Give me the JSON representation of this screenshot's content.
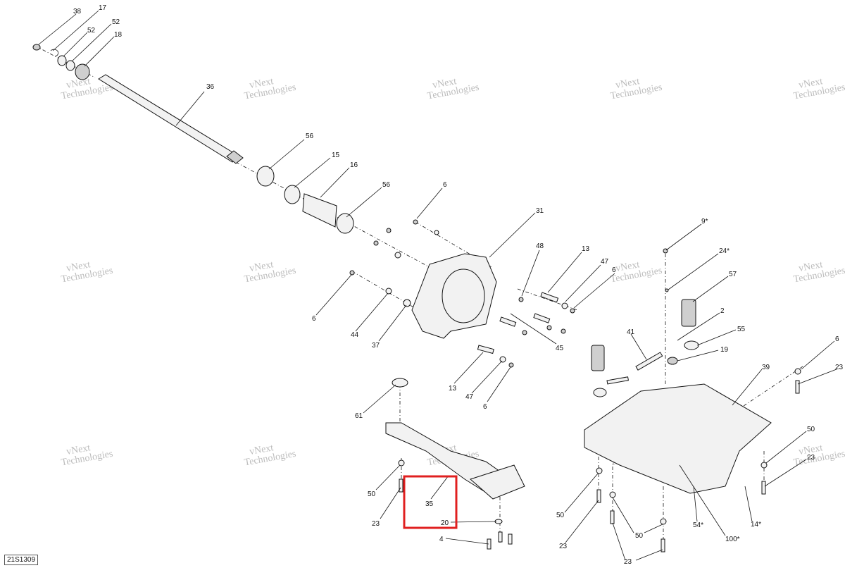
{
  "diagram_code": "21S1309",
  "watermark_text_line1": "vNext",
  "watermark_text_line2": "Technologies",
  "watermark_small": "vNext Technologies",
  "colors": {
    "highlight": "#e02020",
    "line": "#111111",
    "part_fill": "#f2f2f2",
    "watermark": "#bdbdbd"
  },
  "callouts": {
    "c38": "38",
    "c17": "17",
    "c52a": "52",
    "c52b": "52",
    "c18": "18",
    "c36": "36",
    "c56a": "56",
    "c15": "15",
    "c16": "16",
    "c56b": "56",
    "c6a": "6",
    "c31": "31",
    "c48": "48",
    "c13a": "13",
    "c47a": "47",
    "c6b": "6",
    "c6c": "6",
    "c44": "44",
    "c37": "37",
    "c45": "45",
    "c13b": "13",
    "c47b": "47",
    "c6d": "6",
    "c61": "61",
    "c50a": "50",
    "c23a": "23",
    "c35": "35",
    "c20": "20",
    "c4": "4",
    "c9": "9*",
    "c24": "24*",
    "c57": "57",
    "c2": "2",
    "c55": "55",
    "c19": "19",
    "c41": "41",
    "c39": "39",
    "c6e": "6",
    "c23b": "23",
    "c50b": "50",
    "c23c": "23",
    "c50c": "50",
    "c23d": "23",
    "c50d": "50",
    "c23e": "23",
    "c54": "54*",
    "c100": "100*",
    "c14": "14*"
  },
  "highlighted_callout": "35"
}
